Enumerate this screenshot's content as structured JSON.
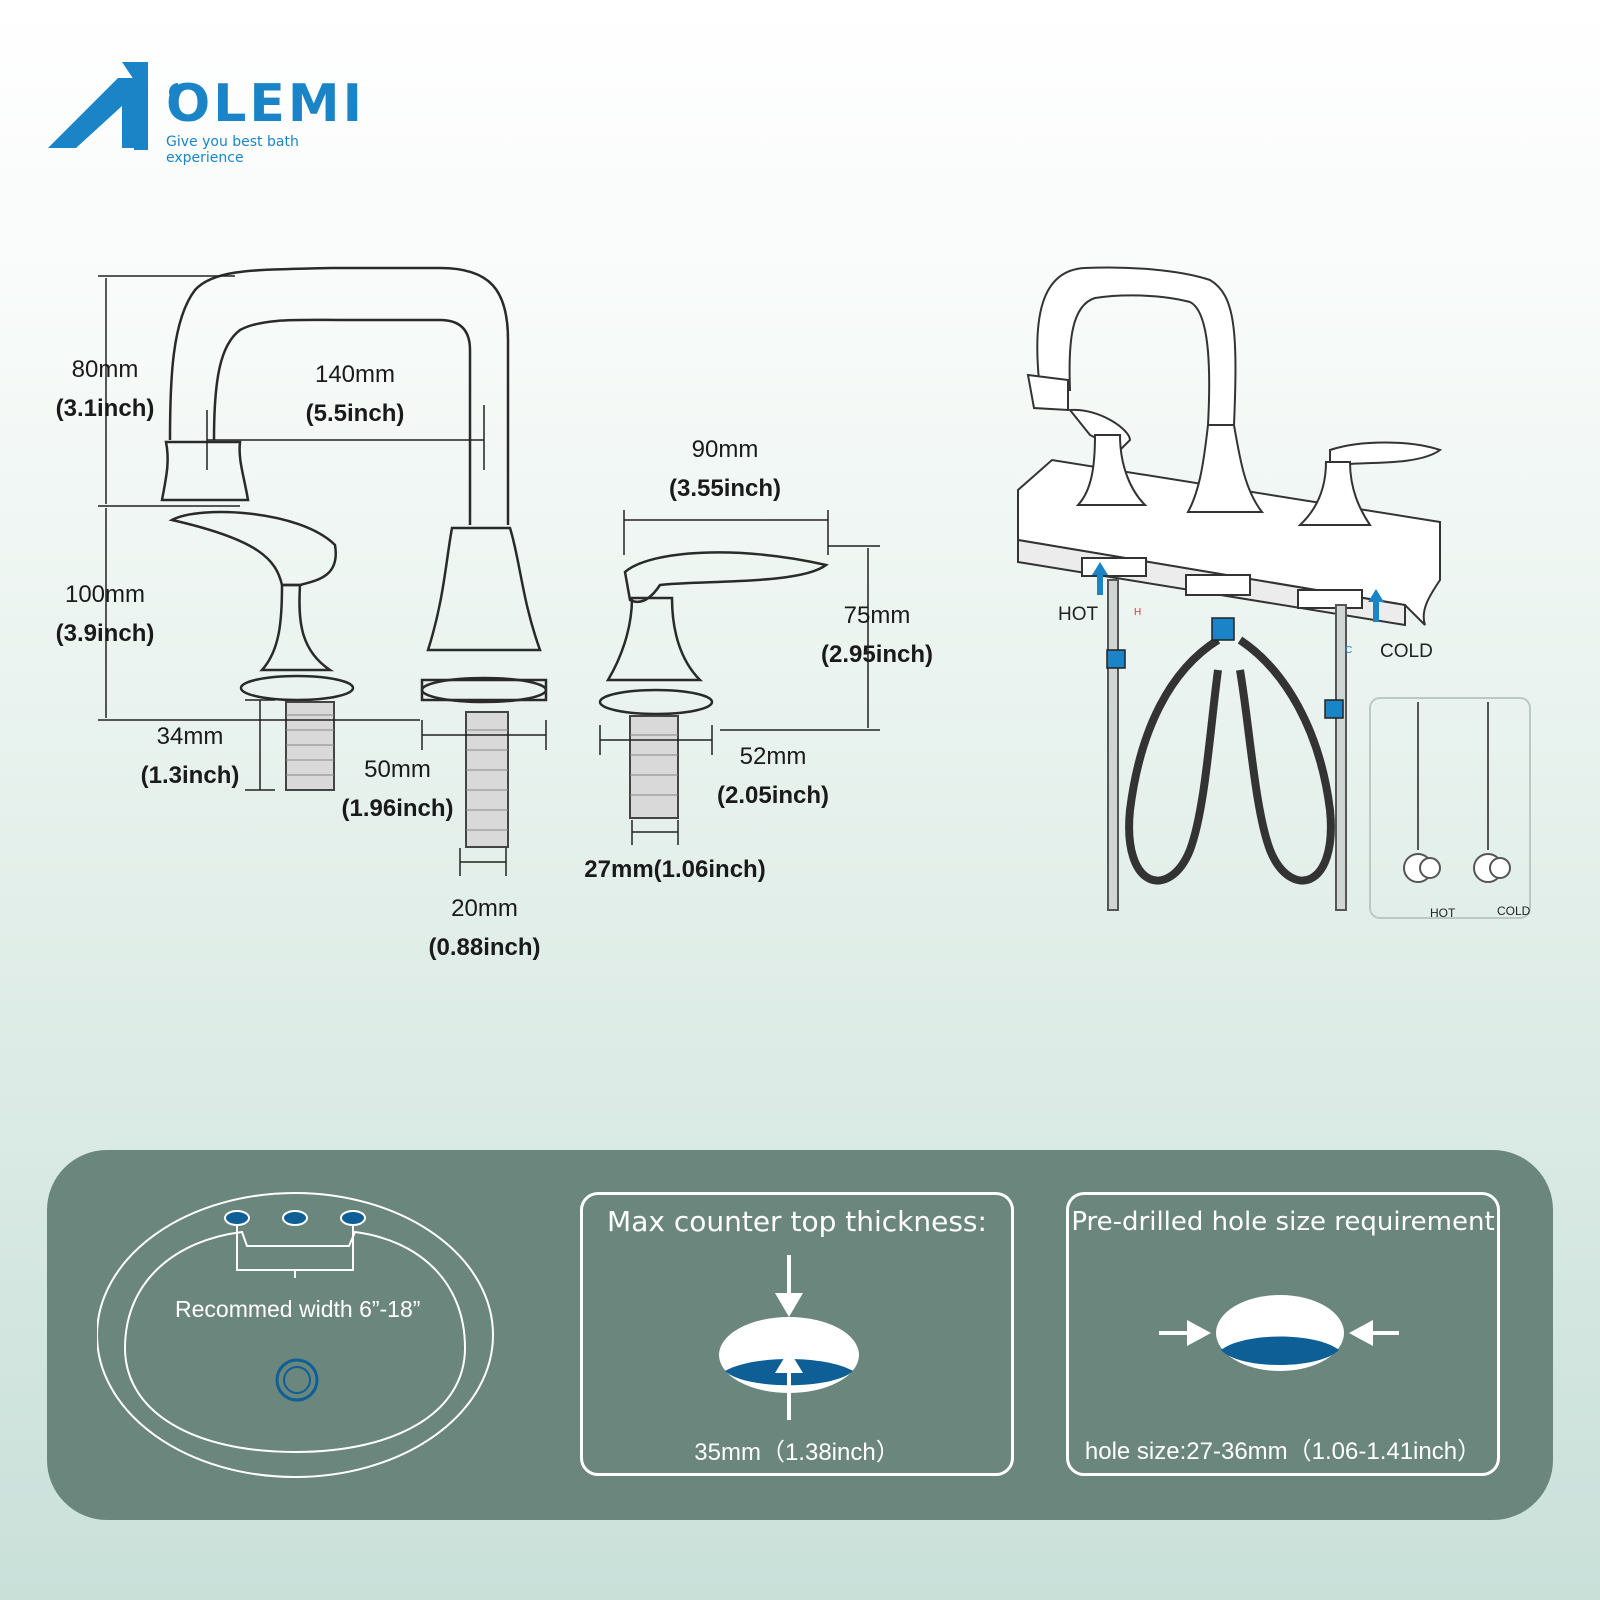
{
  "brand": {
    "name": "AOLEMI",
    "name_rest": "OLEMI",
    "tagline": "Give you best bath experience",
    "color": "#1b84c6"
  },
  "dimensions": {
    "spout_height": {
      "mm": "80mm",
      "inch": "(3.1inch)"
    },
    "spout_reach": {
      "mm": "140mm",
      "inch": "(5.5inch)"
    },
    "faucet_height": {
      "mm": "100mm",
      "inch": "(3.9inch)"
    },
    "shank_length": {
      "mm": "34mm",
      "inch": "(1.3inch)"
    },
    "spout_base": {
      "mm": "50mm",
      "inch": "(1.96inch)"
    },
    "spout_shank": {
      "mm": "20mm",
      "inch": "(0.88inch)"
    },
    "handle_length": {
      "mm": "90mm",
      "inch": "(3.55inch)"
    },
    "handle_height": {
      "mm": "75mm",
      "inch": "(2.95inch)"
    },
    "handle_base": {
      "mm": "52mm",
      "inch": "(2.05inch)"
    },
    "handle_shank": {
      "text": "27mm(1.06inch)"
    }
  },
  "install": {
    "hot_label": "HOT",
    "cold_label": "COLD",
    "h_mark": "H",
    "c_mark": "C",
    "inset_hot": "HOT",
    "inset_cold": "COLD"
  },
  "requirements": {
    "basin_note": "Recommed width 6”-18”",
    "thickness_title": "Max counter top thickness:",
    "thickness_value": "35mm（1.38inch）",
    "hole_title": "Pre-drilled hole size requirement",
    "hole_value": "hole size:27-36mm（1.06-1.41inch）"
  },
  "colors": {
    "panel": "#6b867c",
    "accent_blue": "#0d5f96",
    "line": "#333333"
  }
}
